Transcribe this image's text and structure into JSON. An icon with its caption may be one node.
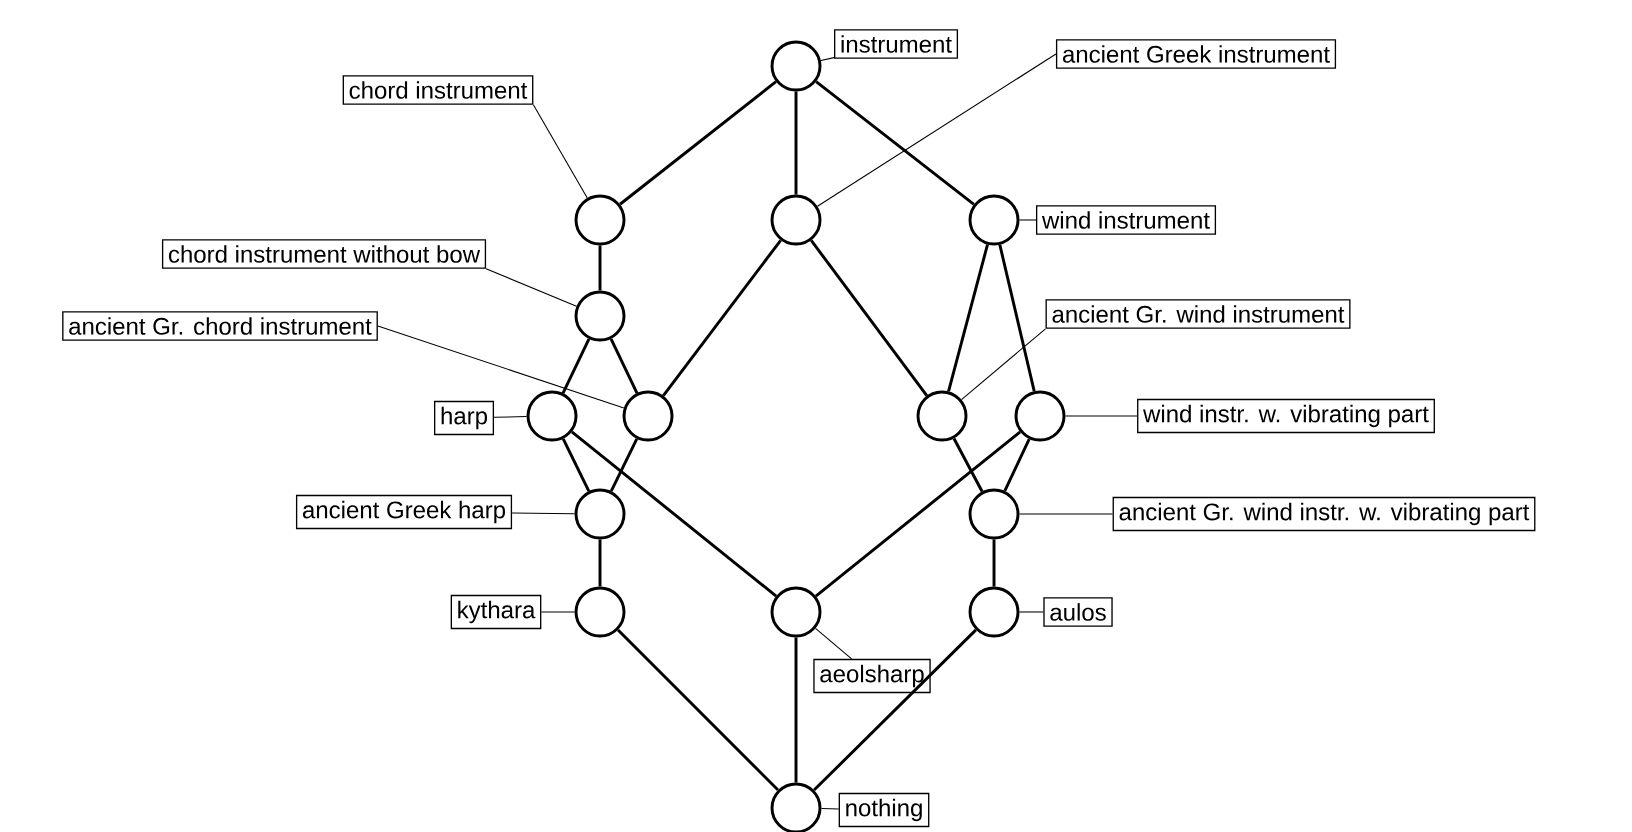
{
  "diagram": {
    "nodes": [
      {
        "text": [],
        "shape": "circle"
      },
      {
        "text": [],
        "shape": "circle"
      },
      {
        "text": [],
        "shape": "circle"
      },
      {
        "text": [],
        "shape": "circle"
      },
      {
        "text": [],
        "shape": "circle"
      },
      {
        "text": [],
        "shape": "circle"
      },
      {
        "text": [],
        "shape": "circle"
      },
      {
        "text": [],
        "shape": "circle"
      },
      {
        "text": [],
        "shape": "circle"
      },
      {
        "text": [],
        "shape": "circle"
      },
      {
        "text": [],
        "shape": "circle"
      },
      {
        "text": [],
        "shape": "circle"
      },
      {
        "text": [],
        "shape": "circle"
      },
      {
        "text": [],
        "shape": "circle"
      },
      {
        "text": [],
        "shape": "circle"
      },
      {
        "text": [
          "instrument"
        ]
      },
      {
        "text": [
          "chord instrument"
        ]
      },
      {
        "text": [
          "ancient Greek instrument"
        ]
      },
      {
        "text": [
          "wind instrument"
        ]
      },
      {
        "text": [
          "chord instrument without bow"
        ]
      },
      {
        "text": [
          "ancient Gr. wind instrument"
        ]
      },
      {
        "text": [
          "ancient Gr. chord instrument"
        ]
      },
      {
        "text": [
          "harp"
        ]
      },
      {
        "text": [
          "wind instr. w. vibrating part"
        ]
      },
      {
        "text": [
          "ancient Greek harp"
        ]
      },
      {
        "text": [
          "ancient Gr. wind instr. w. vibrating part"
        ]
      },
      {
        "text": [
          "kythara"
        ]
      },
      {
        "text": [
          "aeolsharp"
        ]
      },
      {
        "text": [
          "aulos"
        ]
      },
      {
        "text": [
          "nothing"
        ]
      }
    ],
    "edges": [
      {
        "from": 0,
        "to": 1,
        "arrow": "none"
      },
      {
        "from": 0,
        "to": 2,
        "arrow": "none"
      },
      {
        "from": 0,
        "to": 3,
        "arrow": "none"
      },
      {
        "from": 1,
        "to": 4,
        "arrow": "none"
      },
      {
        "from": 2,
        "to": 6,
        "arrow": "none"
      },
      {
        "from": 2,
        "to": 7,
        "arrow": "none"
      },
      {
        "from": 3,
        "to": 7,
        "arrow": "none"
      },
      {
        "from": 3,
        "to": 8,
        "arrow": "none"
      },
      {
        "from": 4,
        "to": 5,
        "arrow": "none"
      },
      {
        "from": 4,
        "to": 6,
        "arrow": "none"
      },
      {
        "from": 5,
        "to": 9,
        "arrow": "none"
      },
      {
        "from": 6,
        "to": 9,
        "arrow": "none"
      },
      {
        "from": 5,
        "to": 12,
        "arrow": "none"
      },
      {
        "from": 8,
        "to": 12,
        "arrow": "none"
      },
      {
        "from": 7,
        "to": 10,
        "arrow": "none"
      },
      {
        "from": 8,
        "to": 10,
        "arrow": "none"
      },
      {
        "from": 9,
        "to": 11,
        "arrow": "none"
      },
      {
        "from": 10,
        "to": 13,
        "arrow": "none"
      },
      {
        "from": 11,
        "to": 14,
        "arrow": "none"
      },
      {
        "from": 12,
        "to": 14,
        "arrow": "none"
      },
      {
        "from": 13,
        "to": 14,
        "arrow": "none"
      },
      {
        "from": 15,
        "to": 0,
        "arrow": "none"
      },
      {
        "from": 16,
        "to": 1,
        "arrow": "none"
      },
      {
        "from": 17,
        "to": 2,
        "arrow": "none"
      },
      {
        "from": 18,
        "to": 3,
        "arrow": "none"
      },
      {
        "from": 19,
        "to": 4,
        "arrow": "none"
      },
      {
        "from": 20,
        "to": 7,
        "arrow": "none"
      },
      {
        "from": 21,
        "to": 6,
        "arrow": "none"
      },
      {
        "from": 22,
        "to": 5,
        "arrow": "none"
      },
      {
        "from": 23,
        "to": 8,
        "arrow": "none"
      },
      {
        "from": 24,
        "to": 9,
        "arrow": "none"
      },
      {
        "from": 25,
        "to": 10,
        "arrow": "none"
      },
      {
        "from": 26,
        "to": 11,
        "arrow": "none"
      },
      {
        "from": 27,
        "to": 12,
        "arrow": "none"
      },
      {
        "from": 28,
        "to": 13,
        "arrow": "none"
      },
      {
        "from": 29,
        "to": 14,
        "arrow": "none"
      }
    ]
  }
}
